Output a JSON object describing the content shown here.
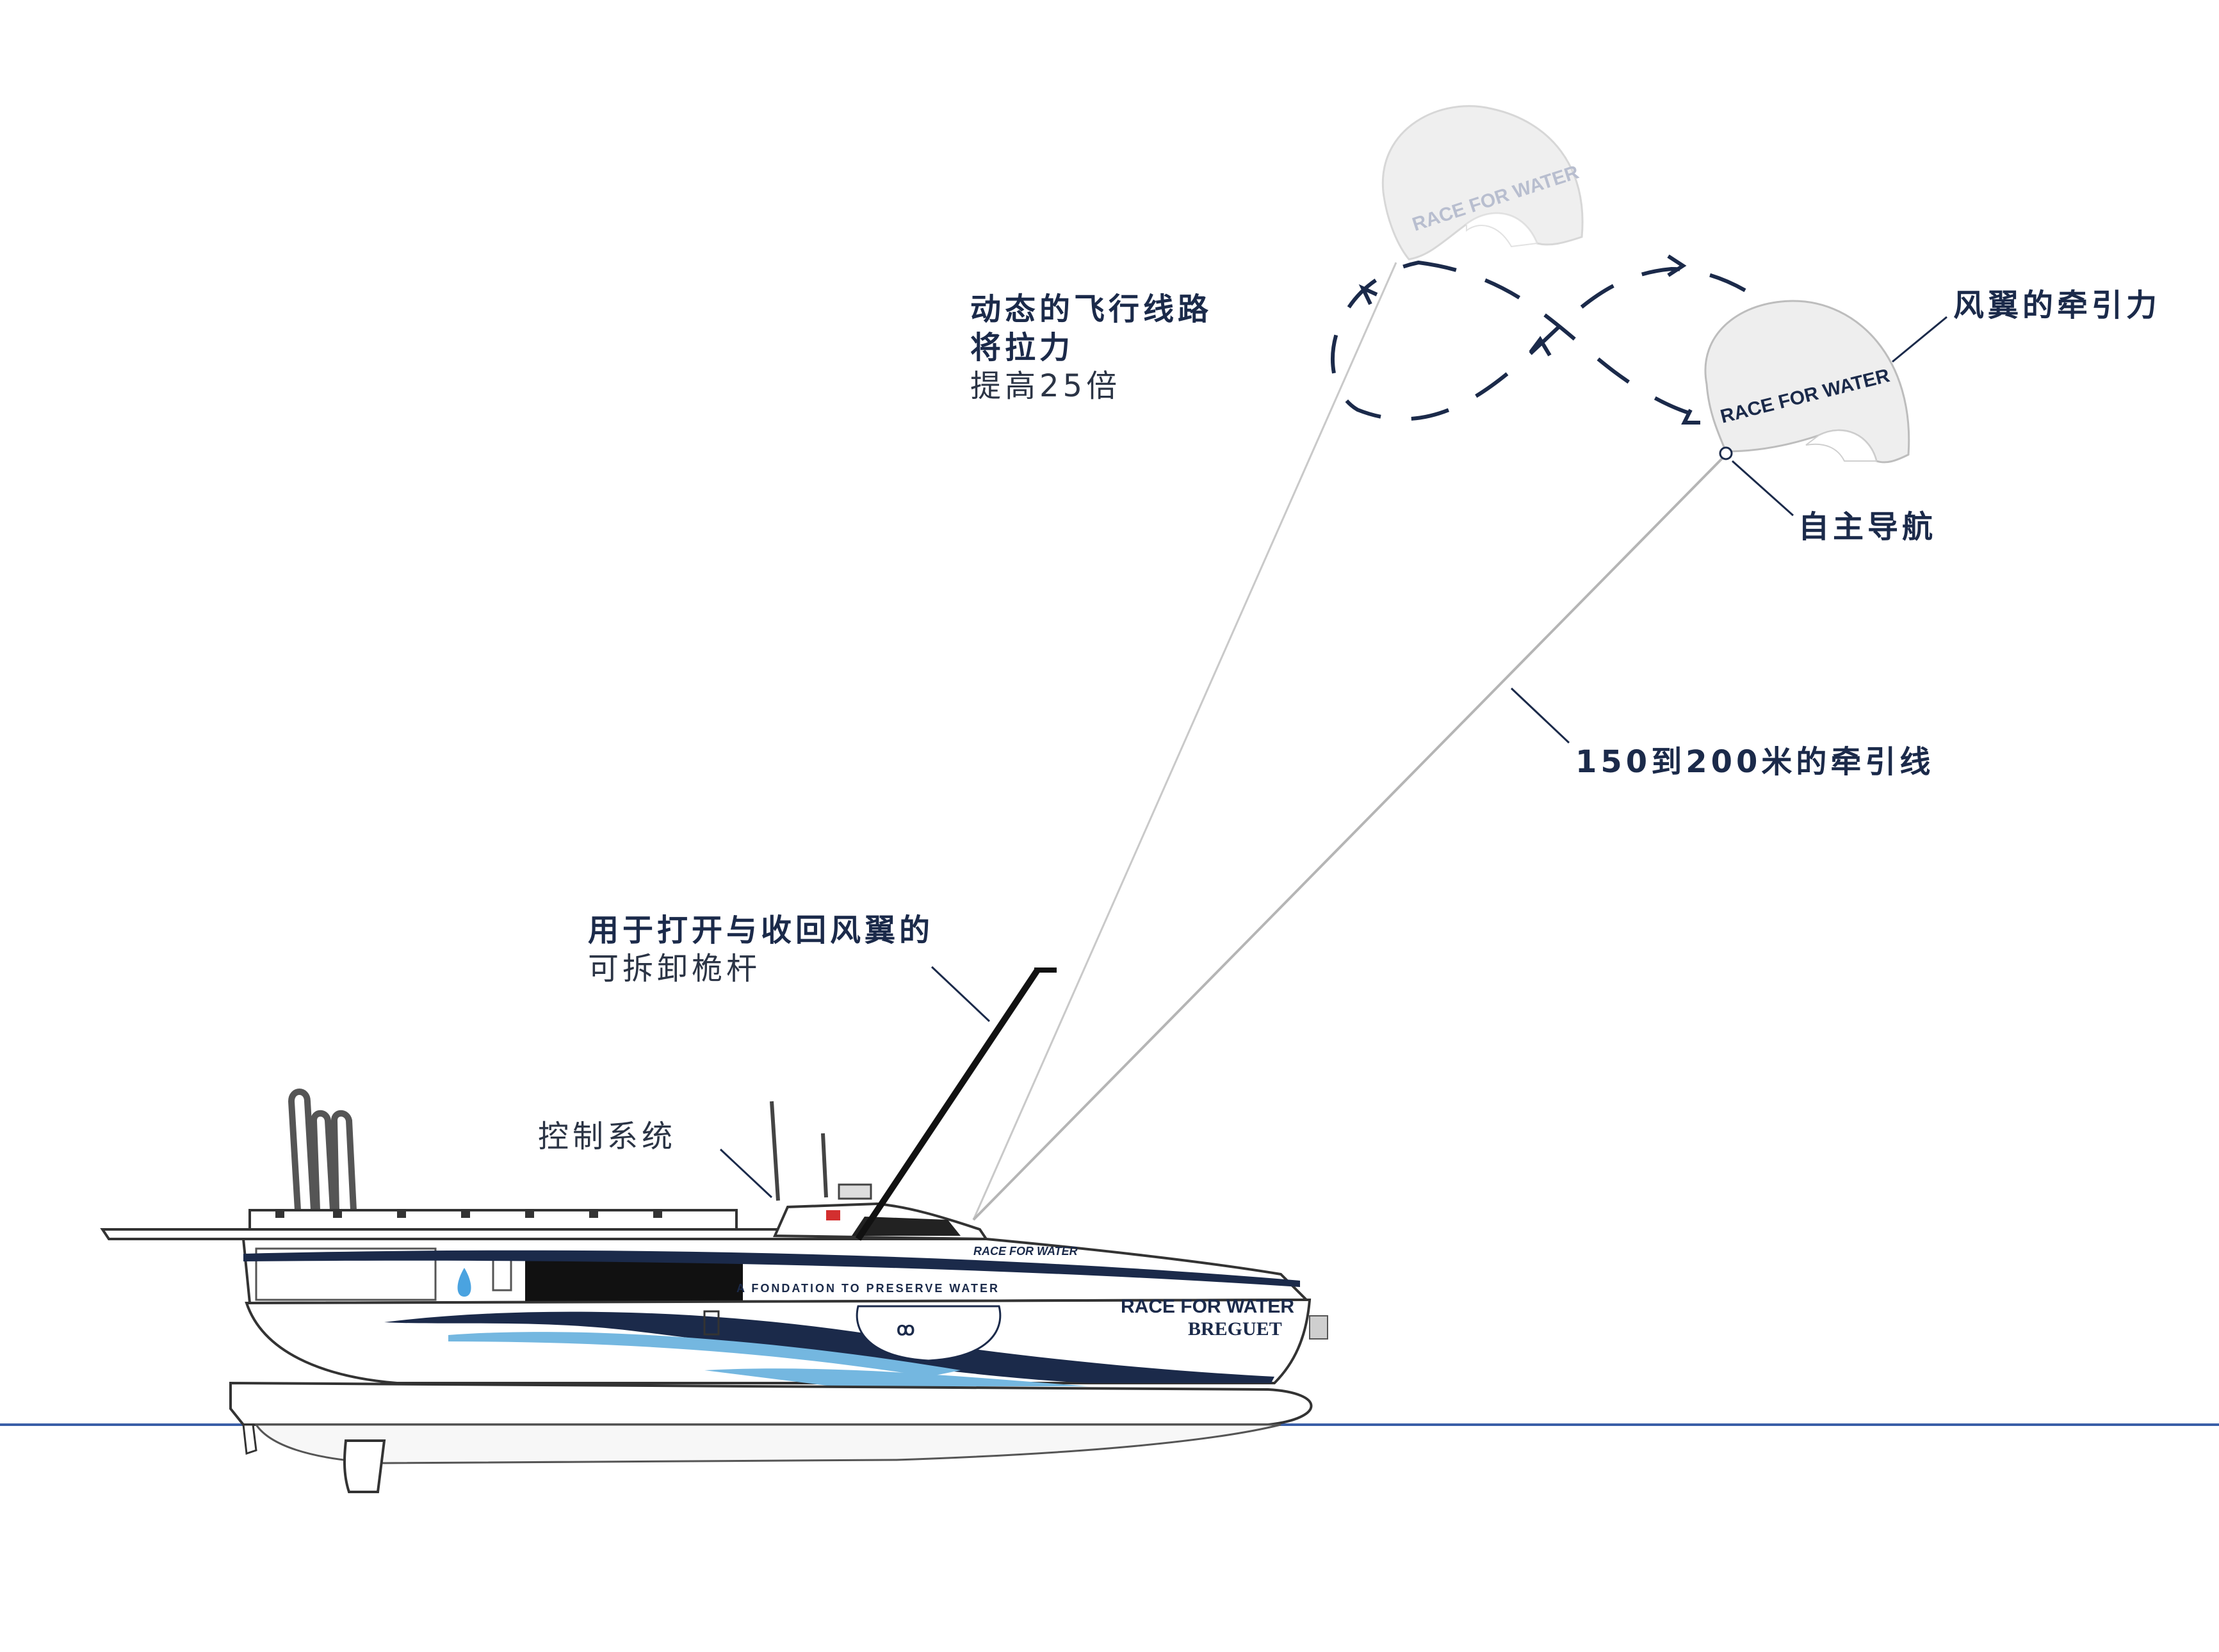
{
  "labels": {
    "flight_path_line1": "动态的飞行线路",
    "flight_path_line2": "将拉力",
    "flight_path_line3": "提高25倍",
    "kite_traction": "风翼的牵引力",
    "autonomous_nav": "自主导航",
    "tow_line": "150到200米的牵引线",
    "mast_line1": "用于打开与收回风翼的",
    "mast_line2": "可拆卸桅杆",
    "control_system": "控制系统"
  },
  "boat_text": {
    "hull_brand": "RACE FOR WATER",
    "hull_sponsor": "BREGUET",
    "roof_brand": "RACE FOR WATER",
    "band_text": "A FONDATION TO PRESERVE WATER"
  },
  "kite_text": {
    "kite_left": "RACE FOR WATER",
    "kite_right": "RACE FOR WATER"
  },
  "colors": {
    "navy": "#1b2a4a",
    "blue": "#2a4f9c",
    "light_blue": "#74b7e0",
    "water_line": "#3a5fa8",
    "kite_fill": "#eeeeee"
  }
}
